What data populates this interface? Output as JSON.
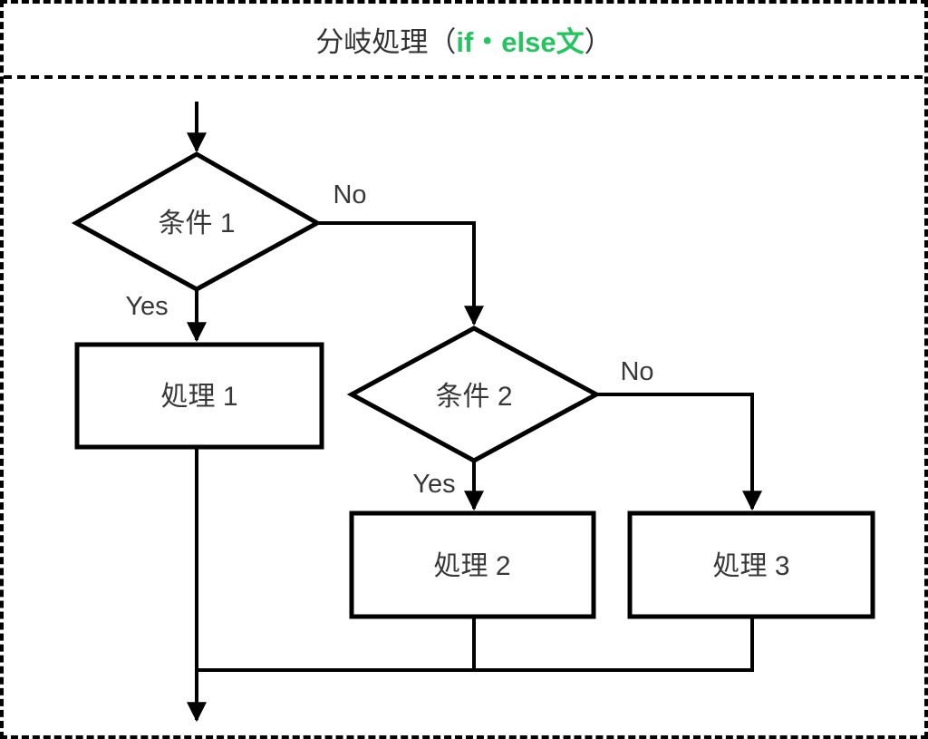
{
  "title": {
    "prefix": "分岐処理（",
    "highlight": "if・else文",
    "suffix": "）"
  },
  "colors": {
    "accent_green": "#22c55e",
    "line_black": "#000000",
    "text_dark": "#383838"
  },
  "nodes": {
    "condition1": {
      "label": "条件 1",
      "type": "decision"
    },
    "condition2": {
      "label": "条件 2",
      "type": "decision"
    },
    "process1": {
      "label": "処理 1",
      "type": "process"
    },
    "process2": {
      "label": "処理 2",
      "type": "process"
    },
    "process3": {
      "label": "処理 3",
      "type": "process"
    }
  },
  "edge_labels": {
    "condition1_no": "No",
    "condition1_yes": "Yes",
    "condition2_no": "No",
    "condition2_yes": "Yes"
  }
}
